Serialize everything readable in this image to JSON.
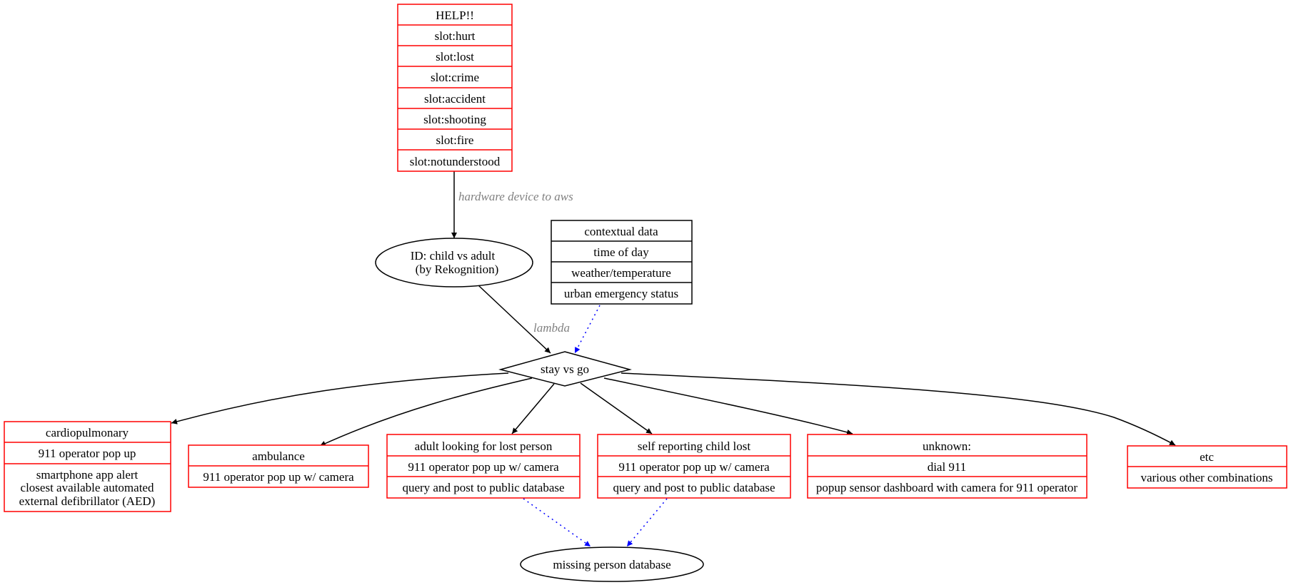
{
  "colors": {
    "record_border_red": "#ff0000",
    "record_border_black": "#000000",
    "dotted_edge": "#0000ff",
    "solid_edge": "#000000",
    "edge_label": "#808080"
  },
  "nodes": {
    "help": {
      "shape": "record",
      "rows": [
        "HELP!!",
        "slot:hurt",
        "slot:lost",
        "slot:crime",
        "slot:accident",
        "slot:shooting",
        "slot:fire",
        "slot:notunderstood"
      ]
    },
    "id_node": {
      "shape": "ellipse",
      "lines": [
        "ID: child vs adult",
        "(by Rekognition)"
      ]
    },
    "context": {
      "shape": "record",
      "rows": [
        "contextual data",
        "time of day",
        "weather/temperature",
        "urban emergency status"
      ]
    },
    "stay_go": {
      "shape": "diamond",
      "label": "stay vs go"
    },
    "cardio": {
      "shape": "record",
      "rows": [
        "cardiopulmonary",
        "911 operator pop up"
      ],
      "multiline_row": [
        "smartphone app alert",
        "closest available automated",
        "external defibrillator (AED)"
      ]
    },
    "ambulance": {
      "shape": "record",
      "rows": [
        "ambulance",
        "911 operator pop up w/ camera"
      ]
    },
    "adult_lost": {
      "shape": "record",
      "rows": [
        "adult looking for lost person",
        "911 operator pop up w/ camera",
        "query and post to public database"
      ]
    },
    "child_lost": {
      "shape": "record",
      "rows": [
        "self reporting child lost",
        "911 operator pop up w/ camera",
        "query and post to public database"
      ]
    },
    "unknown": {
      "shape": "record",
      "rows": [
        "unknown:",
        "dial 911",
        "popup sensor dashboard with camera for 911 operator"
      ]
    },
    "etc": {
      "shape": "record",
      "rows": [
        "etc",
        "various other combinations"
      ]
    },
    "missing_db": {
      "shape": "ellipse",
      "label": "missing person database"
    }
  },
  "edges": [
    {
      "from": "help",
      "to": "id_node",
      "style": "solid",
      "label": "hardware device to aws"
    },
    {
      "from": "id_node",
      "to": "stay_go",
      "style": "solid",
      "label": "lambda"
    },
    {
      "from": "context",
      "to": "stay_go",
      "style": "dotted",
      "label": ""
    },
    {
      "from": "stay_go",
      "to": "cardio",
      "style": "solid",
      "label": ""
    },
    {
      "from": "stay_go",
      "to": "ambulance",
      "style": "solid",
      "label": ""
    },
    {
      "from": "stay_go",
      "to": "adult_lost",
      "style": "solid",
      "label": ""
    },
    {
      "from": "stay_go",
      "to": "child_lost",
      "style": "solid",
      "label": ""
    },
    {
      "from": "stay_go",
      "to": "unknown",
      "style": "solid",
      "label": ""
    },
    {
      "from": "stay_go",
      "to": "etc",
      "style": "solid",
      "label": ""
    },
    {
      "from": "adult_lost",
      "to": "missing_db",
      "style": "dotted",
      "label": ""
    },
    {
      "from": "child_lost",
      "to": "missing_db",
      "style": "dotted",
      "label": ""
    }
  ]
}
